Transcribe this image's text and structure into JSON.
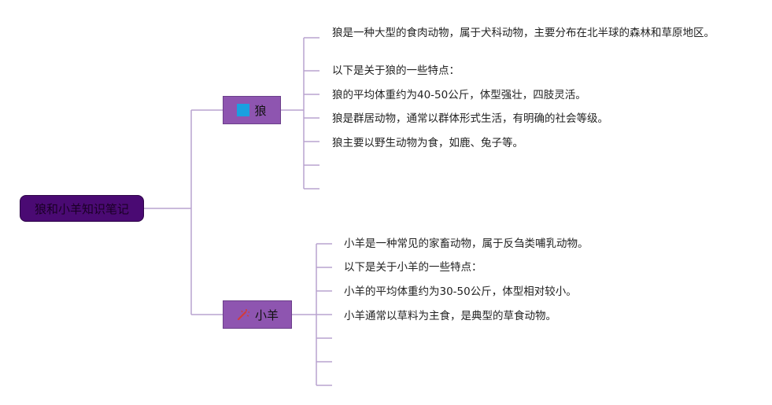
{
  "root": {
    "label": "狼和小羊知识笔记"
  },
  "branches": [
    {
      "label": "狼",
      "icon": "blue-square-icon",
      "icon_color": "#1aa0e0",
      "items": [
        "狼是一种大型的食肉动物，属于犬科动物，主要分布在北半球的森林和草原地区。",
        "以下是关于狼的一些特点：",
        "狼的平均体重约为40-50公斤，体型强壮，四肢灵活。",
        "狼是群居动物，通常以群体形式生活，有明确的社会等级。",
        "狼主要以野生动物为食，如鹿、兔子等。",
        "",
        ""
      ]
    },
    {
      "label": "小羊",
      "icon": "sparkle-icon",
      "icon_color": "#d23c3c",
      "items": [
        "小羊是一种常见的家畜动物，属于反刍类哺乳动物。",
        "以下是关于小羊的一些特点：",
        "小羊的平均体重约为30-50公斤，体型相对较小。",
        "小羊通常以草料为主食，是典型的草食动物。",
        "",
        "",
        ""
      ]
    }
  ],
  "colors": {
    "root_fill": "#4a0a73",
    "branch_fill": "#8e55b0",
    "connector": "#b9a3cf"
  }
}
